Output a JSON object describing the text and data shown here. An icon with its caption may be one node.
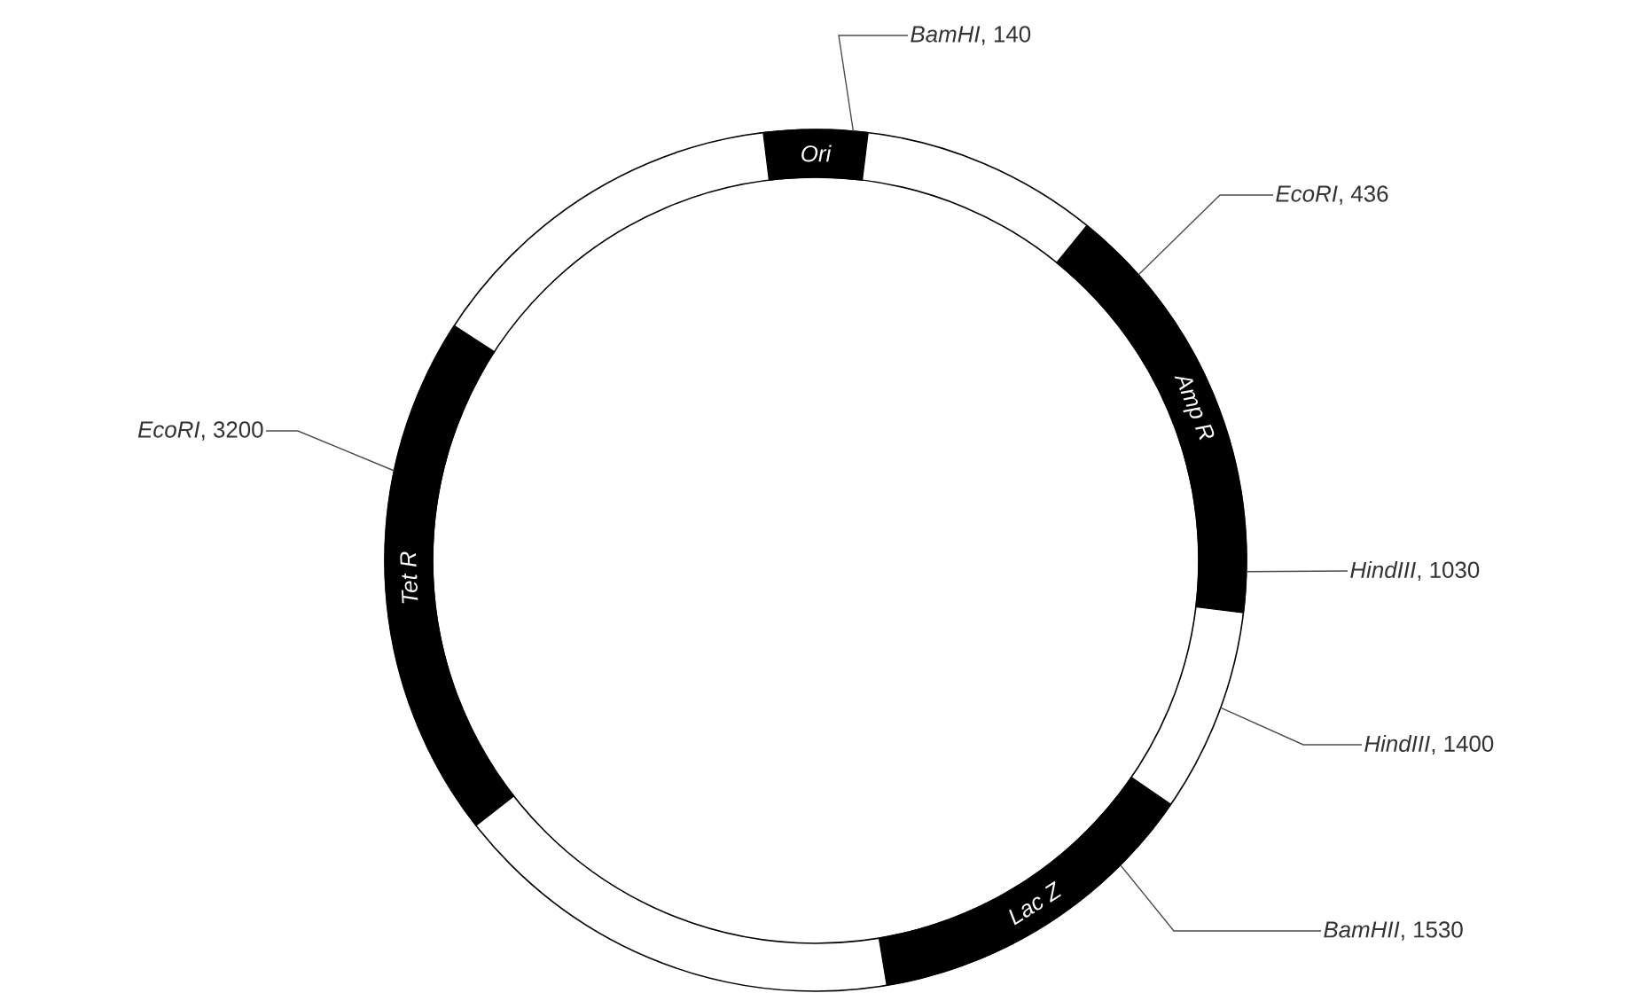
{
  "diagram": {
    "nodes": [
      {
        "text": [],
        "shape": "circle"
      },
      {
        "text": [
          "Ori"
        ],
        "in": 0
      },
      {
        "text": [
          "*BamHI*, 140"
        ]
      },
      {
        "text": [
          "*EcoRI*, 436"
        ]
      },
      {
        "text": [
          "Amp R"
        ],
        "in": 0
      },
      {
        "text": [
          "*HindIII*, 1030"
        ]
      },
      {
        "text": [
          "*HindIII*, 1400"
        ]
      },
      {
        "text": [
          "*BamHII*, 1530"
        ]
      },
      {
        "text": [
          "Lac Z"
        ],
        "in": 0
      },
      {
        "text": [
          "Tet R"
        ],
        "in": 0
      },
      {
        "text": [
          "*EcoRI*, 3200"
        ]
      }
    ],
    "edges": [
      {
        "from": 2,
        "to": 1,
        "arrow": "none"
      },
      {
        "from": 3,
        "to": 4,
        "arrow": "none"
      },
      {
        "from": 5,
        "to": 4,
        "arrow": "none"
      },
      {
        "from": 6,
        "to": 0,
        "arrow": "none"
      },
      {
        "from": 7,
        "to": 8,
        "arrow": "none"
      },
      {
        "from": 10,
        "to": 9,
        "arrow": "none"
      }
    ]
  }
}
